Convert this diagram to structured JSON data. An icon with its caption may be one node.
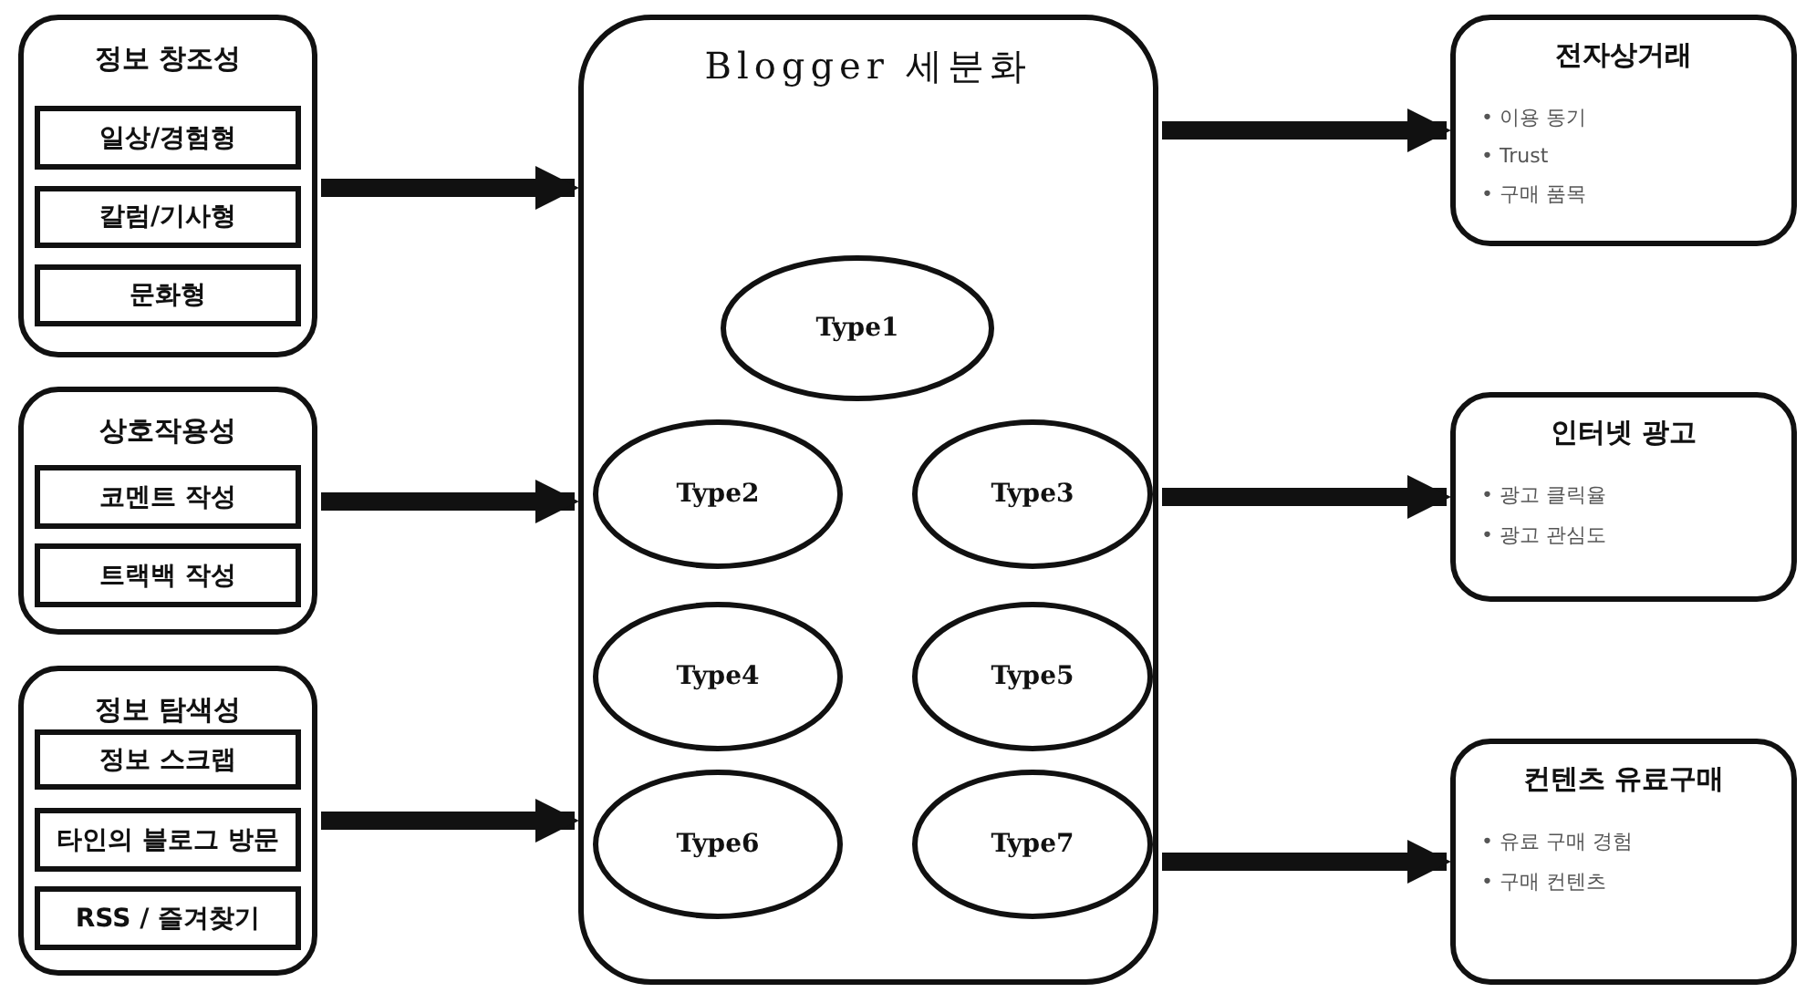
{
  "diagram": {
    "nodes": [
      {
        "text": [
          "정보 창조성"
        ]
      },
      {
        "text": [
          "일상/경험형"
        ],
        "in": 0
      },
      {
        "text": [
          "칼럼/기사형"
        ],
        "in": 0
      },
      {
        "text": [
          "문화형"
        ],
        "in": 0
      },
      {
        "text": [
          "상호작용성"
        ]
      },
      {
        "text": [
          "코멘트 작성"
        ],
        "in": 4
      },
      {
        "text": [
          "트랙백 작성"
        ],
        "in": 4
      },
      {
        "text": [
          "정보 탐색성"
        ]
      },
      {
        "text": [
          "정보 스크랩"
        ],
        "in": 7
      },
      {
        "text": [
          "타인의 블로그 방문"
        ],
        "in": 7
      },
      {
        "text": [
          "RSS / 즐겨찾기"
        ],
        "in": 7
      },
      {
        "text": [
          "Blogger 세분화"
        ]
      },
      {
        "text": [
          "Type1"
        ],
        "in": 11
      },
      {
        "text": [
          "Type2"
        ],
        "in": 11
      },
      {
        "text": [
          "Type3"
        ],
        "in": 11
      },
      {
        "text": [
          "Type4"
        ],
        "in": 11
      },
      {
        "text": [
          "Type5"
        ],
        "in": 11
      },
      {
        "text": [
          "Type6"
        ],
        "in": 11
      },
      {
        "text": [
          "Type7"
        ],
        "in": 11
      },
      {
        "text": [
          "전자상거래",
          "• 이용 동기",
          "• Trust",
          "• 구매 품목"
        ]
      },
      {
        "text": [
          "인터넷 광고",
          "• 광고 클릭율",
          "• 광고 관심도"
        ]
      },
      {
        "text": [
          "컨텐츠 유료구매",
          "• 유료 구매 경험",
          "• 구매 컨텐츠"
        ]
      }
    ],
    "edges": [
      {
        "from": 0,
        "to": 11,
        "arrow": "to"
      },
      {
        "from": 4,
        "to": 11,
        "arrow": "to"
      },
      {
        "from": 7,
        "to": 11,
        "arrow": "to"
      },
      {
        "from": 11,
        "to": 19,
        "arrow": "to"
      },
      {
        "from": 11,
        "to": 20,
        "arrow": "to"
      },
      {
        "from": 11,
        "to": 21,
        "arrow": "to"
      }
    ]
  }
}
